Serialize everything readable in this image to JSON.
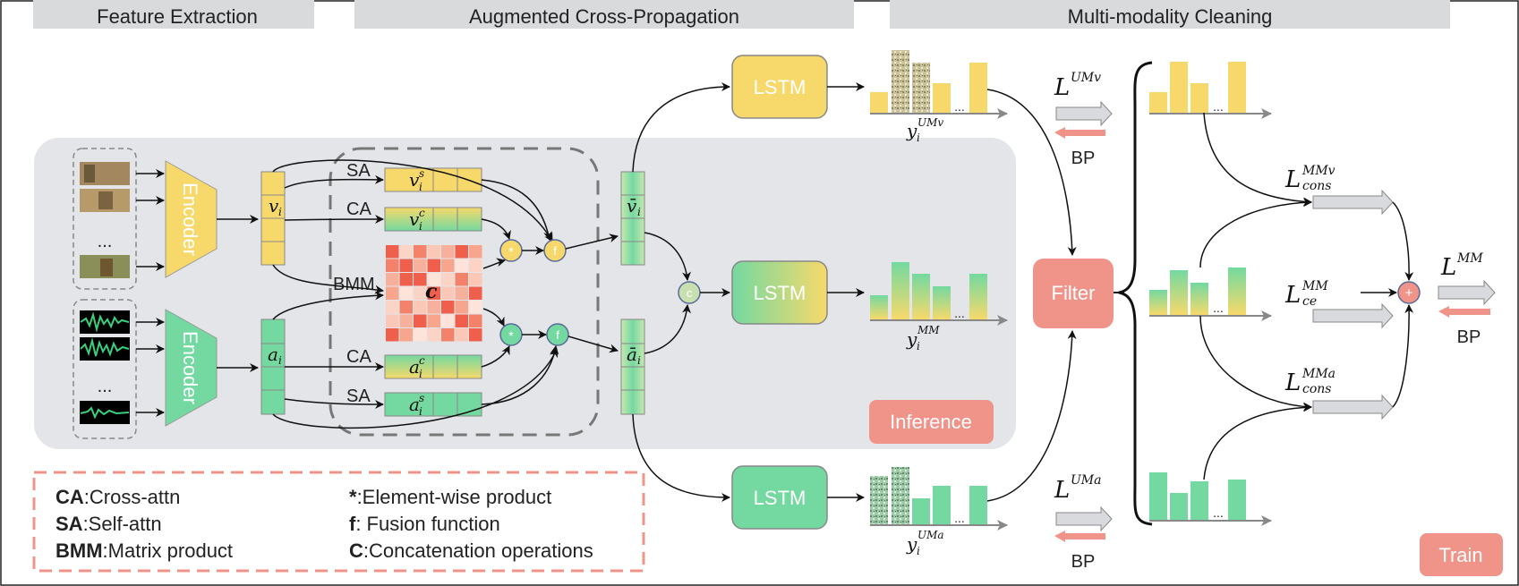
{
  "headers": {
    "feature_extraction": "Feature Extraction",
    "augmented": "Augmented Cross-Propagation",
    "cleaning": "Multi-modality Cleaning"
  },
  "encoder_label": "Encoder",
  "ellipsis": "...",
  "vectors": {
    "v": "v",
    "v_sub": "i",
    "a": "a",
    "a_sub": "i",
    "vbar": "v̄",
    "abar": "ā"
  },
  "attn": {
    "sa": "SA",
    "ca": "CA",
    "bmm": "BMM",
    "c_matrix": "c",
    "v_s": "v",
    "v_s_sup": "s",
    "v_c_sup": "c",
    "a_s_sup": "s",
    "a_c_sup": "c",
    "sub_i": "i"
  },
  "ops": {
    "mul": "*",
    "fusion": "f",
    "concat": "c"
  },
  "lstm": "LSTM",
  "outputs": {
    "y": "y",
    "y_sub": "i",
    "um_v_sup": "UMv",
    "mm_sup": "MM",
    "um_a_sup": "UMa"
  },
  "losses": {
    "L": "L",
    "um_v": "UMv",
    "um_a": "UMa",
    "mm": "MM",
    "cons_mm_v_sup": "MMv",
    "cons_mm_a_sup": "MMa",
    "cons_sub": "cons",
    "ce_sub": "ce",
    "ce_sup": "MM",
    "plus": "+"
  },
  "bp": "BP",
  "filter": "Filter",
  "inference": "Inference",
  "train": "Train",
  "legend": {
    "ca_key": "CA",
    "ca_val": ":Cross-attn",
    "sa_key": "SA",
    "sa_val": ":Self-attn",
    "bmm_key": "BMM",
    "bmm_val": ":Matrix  product",
    "star_key": "*",
    "star_val": ":Element-wise product",
    "f_key": "f",
    "f_val": ": Fusion function",
    "c_key": "C",
    "c_val": ":Concatenation operations"
  },
  "colors": {
    "yellow": "#f7d96b",
    "green": "#73d9a0",
    "salmon": "#f0948a",
    "gray_panel": "#e3e5e8",
    "header_bg": "#d9dadc"
  }
}
